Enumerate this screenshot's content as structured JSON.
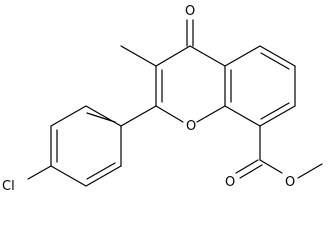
{
  "molecule": {
    "atoms": {
      "ring_oxygen": "O",
      "carbonyl_oxygen": "O",
      "chlorine": "Cl",
      "ester_carbonyl_oxygen": "O",
      "ester_ether_oxygen": "O"
    },
    "colors": {
      "bond": "#000000",
      "label": "#000000",
      "background": "#ffffff"
    }
  }
}
